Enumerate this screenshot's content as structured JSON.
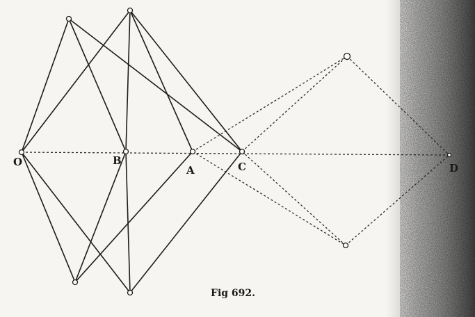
{
  "figure": {
    "caption": "Fig  692.",
    "labels": {
      "O": "O",
      "B": "B",
      "A": "A",
      "C": "C",
      "D": "D"
    }
  }
}
